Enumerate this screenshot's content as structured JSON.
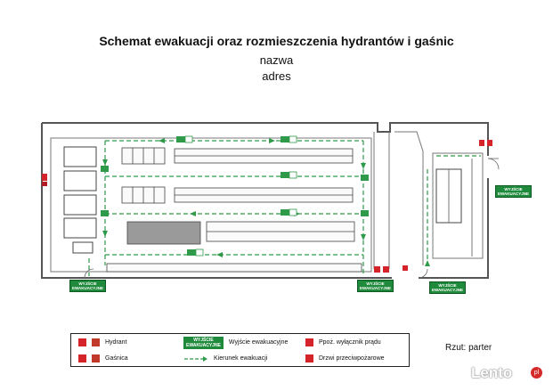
{
  "title": "Schemat ewakuacji oraz rozmieszczenia hydrantów i gaśnic",
  "subtitle_name": "nazwa",
  "subtitle_address": "adres",
  "floor_label": "Rzut: parter",
  "exit_sign": {
    "line1": "WYJŚCIE",
    "line2": "EWAKUACYJNE"
  },
  "legend": {
    "hydrant": "Hydrant",
    "extinguisher": "Gaśnica",
    "exit": "Wyjście ewakuacyjne",
    "direction": "Kierunek ewakuacji",
    "power_switch": "Ppoż. wyłącznik prądu",
    "fire_doors": "Drzwi przeciwpożarowe"
  },
  "watermark": {
    "text": "Lento",
    "badge": "pl"
  },
  "colors": {
    "exit_green": "#1f8a3c",
    "hydrant_red": "#d5232a",
    "wall": "#555555"
  }
}
